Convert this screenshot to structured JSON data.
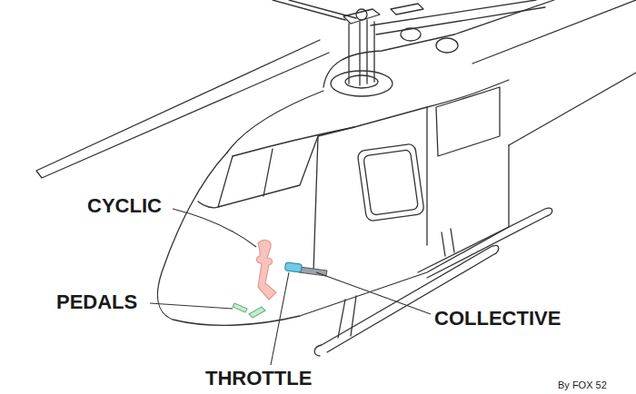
{
  "diagram": {
    "labels": [
      "CYCLIC",
      "PEDALS",
      "COLLECTIVE",
      "THROTTLE",
      "By FOX 52"
    ]
  }
}
